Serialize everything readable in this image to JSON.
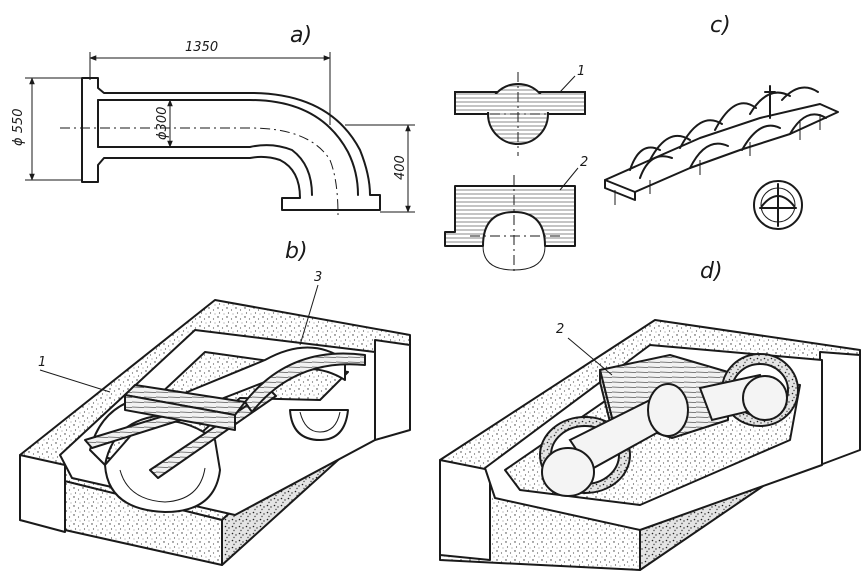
{
  "labels": {
    "a": "a)",
    "b": "b)",
    "c": "c)",
    "d": "d)"
  },
  "dimensions": {
    "length": "1350",
    "flange_diameter": "ϕ 550",
    "bore_diameter": "ϕ300",
    "height": "400"
  },
  "callouts": {
    "c_part1": "1",
    "c_part2": "2",
    "b_part1": "1",
    "b_part3": "3",
    "d_part2": "2"
  }
}
